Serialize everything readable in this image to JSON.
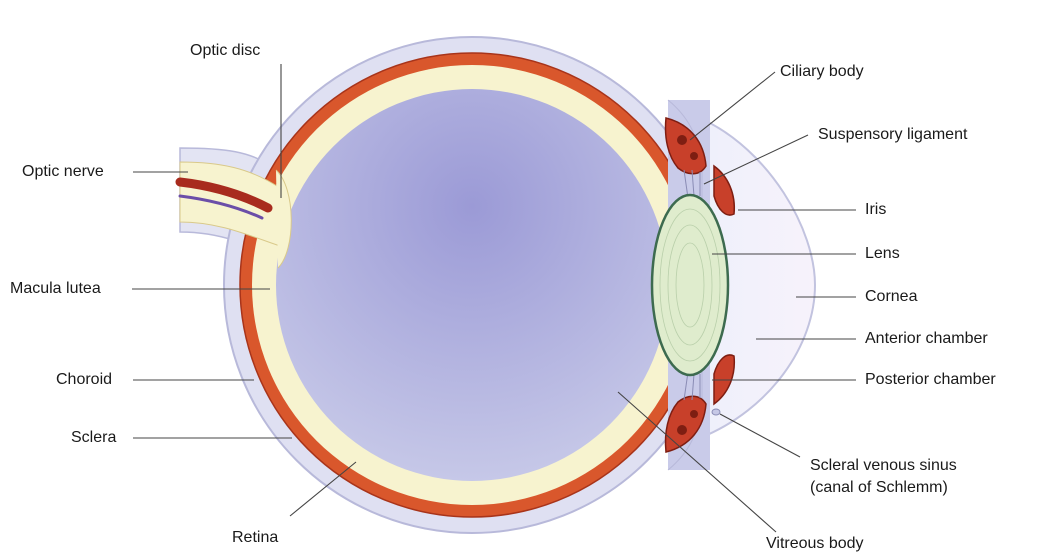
{
  "labels": {
    "optic_disc": "Optic disc",
    "optic_nerve": "Optic nerve",
    "macula_lutea": "Macula lutea",
    "choroid": "Choroid",
    "sclera": "Sclera",
    "retina": "Retina",
    "ciliary_body": "Ciliary body",
    "suspensory_ligament": "Suspensory ligament",
    "iris": "Iris",
    "lens": "Lens",
    "cornea": "Cornea",
    "anterior_chamber": "Anterior chamber",
    "posterior_chamber": "Posterior chamber",
    "scleral_venous_sinus_line1": "Scleral venous sinus",
    "scleral_venous_sinus_line2": "(canal of Schlemm)",
    "vitreous_body": "Vitreous body"
  },
  "colors": {
    "sclera_fill": "#dfe0f2",
    "sclera_edge": "#b8b9da",
    "choroid": "#d9572c",
    "choroid_edge": "#a8341a",
    "retina": "#f7f3cf",
    "vitreous": "#a6a6d8",
    "lens_fill": "#dfeccd",
    "lens_edge": "#3d6b4f",
    "nerve_vessel": "#a82b1e",
    "leader_line": "#444444"
  }
}
